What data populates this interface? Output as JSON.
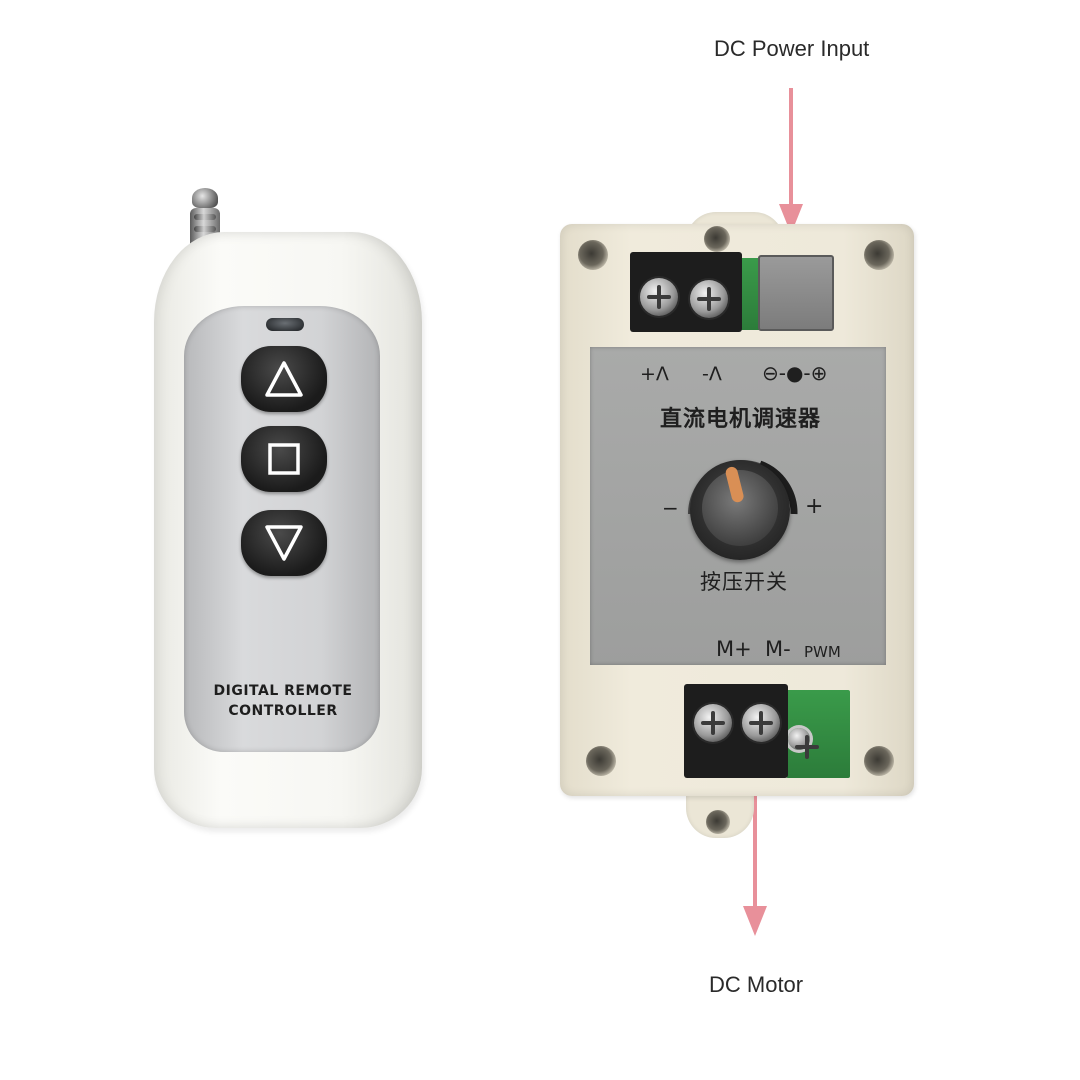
{
  "annotations": {
    "power_input": "DC Power Input",
    "motor": "DC Motor"
  },
  "remote": {
    "label_line1": "DIGITAL REMOTE",
    "label_line2": "CONTROLLER",
    "buttons": [
      {
        "symbol": "up-triangle-icon"
      },
      {
        "symbol": "square-icon"
      },
      {
        "symbol": "down-triangle-icon"
      }
    ]
  },
  "controller": {
    "top_label_plus_a": "+Λ",
    "top_label_minus_a": "-Λ",
    "polarity_symbol": "⊖-●-⊕",
    "title_cn": "直流电机调速器",
    "dial_minus": "−",
    "dial_plus": "+",
    "switch_cn": "按压开关",
    "bottom_m_plus": "M+",
    "bottom_m_minus": "M-",
    "bottom_pwm": "PWM"
  },
  "colors": {
    "arrow": "#e8909a",
    "knob_pointer": "#d98f55",
    "dial_arc": "#222222"
  }
}
